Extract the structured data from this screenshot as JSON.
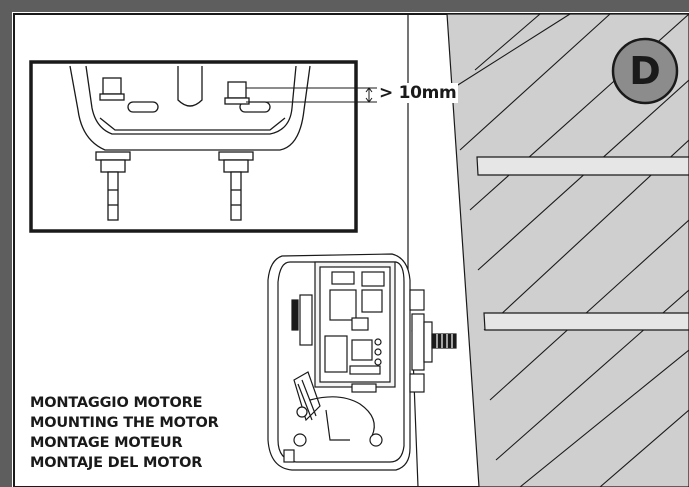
{
  "step_badge": {
    "letter": "D",
    "fill": "#8c8c8c"
  },
  "detail_inset": {
    "measurement": "> 10mm"
  },
  "titles": [
    "MONTAGGIO MOTORE",
    "MOUNTING THE MOTOR",
    "MONTAGE MOTEUR",
    "MONTAJE DEL MOTOR"
  ],
  "colors": {
    "frame": "#5e5e5e",
    "gate_fill": "#cfcfcf",
    "line": "#1a1a1a"
  }
}
